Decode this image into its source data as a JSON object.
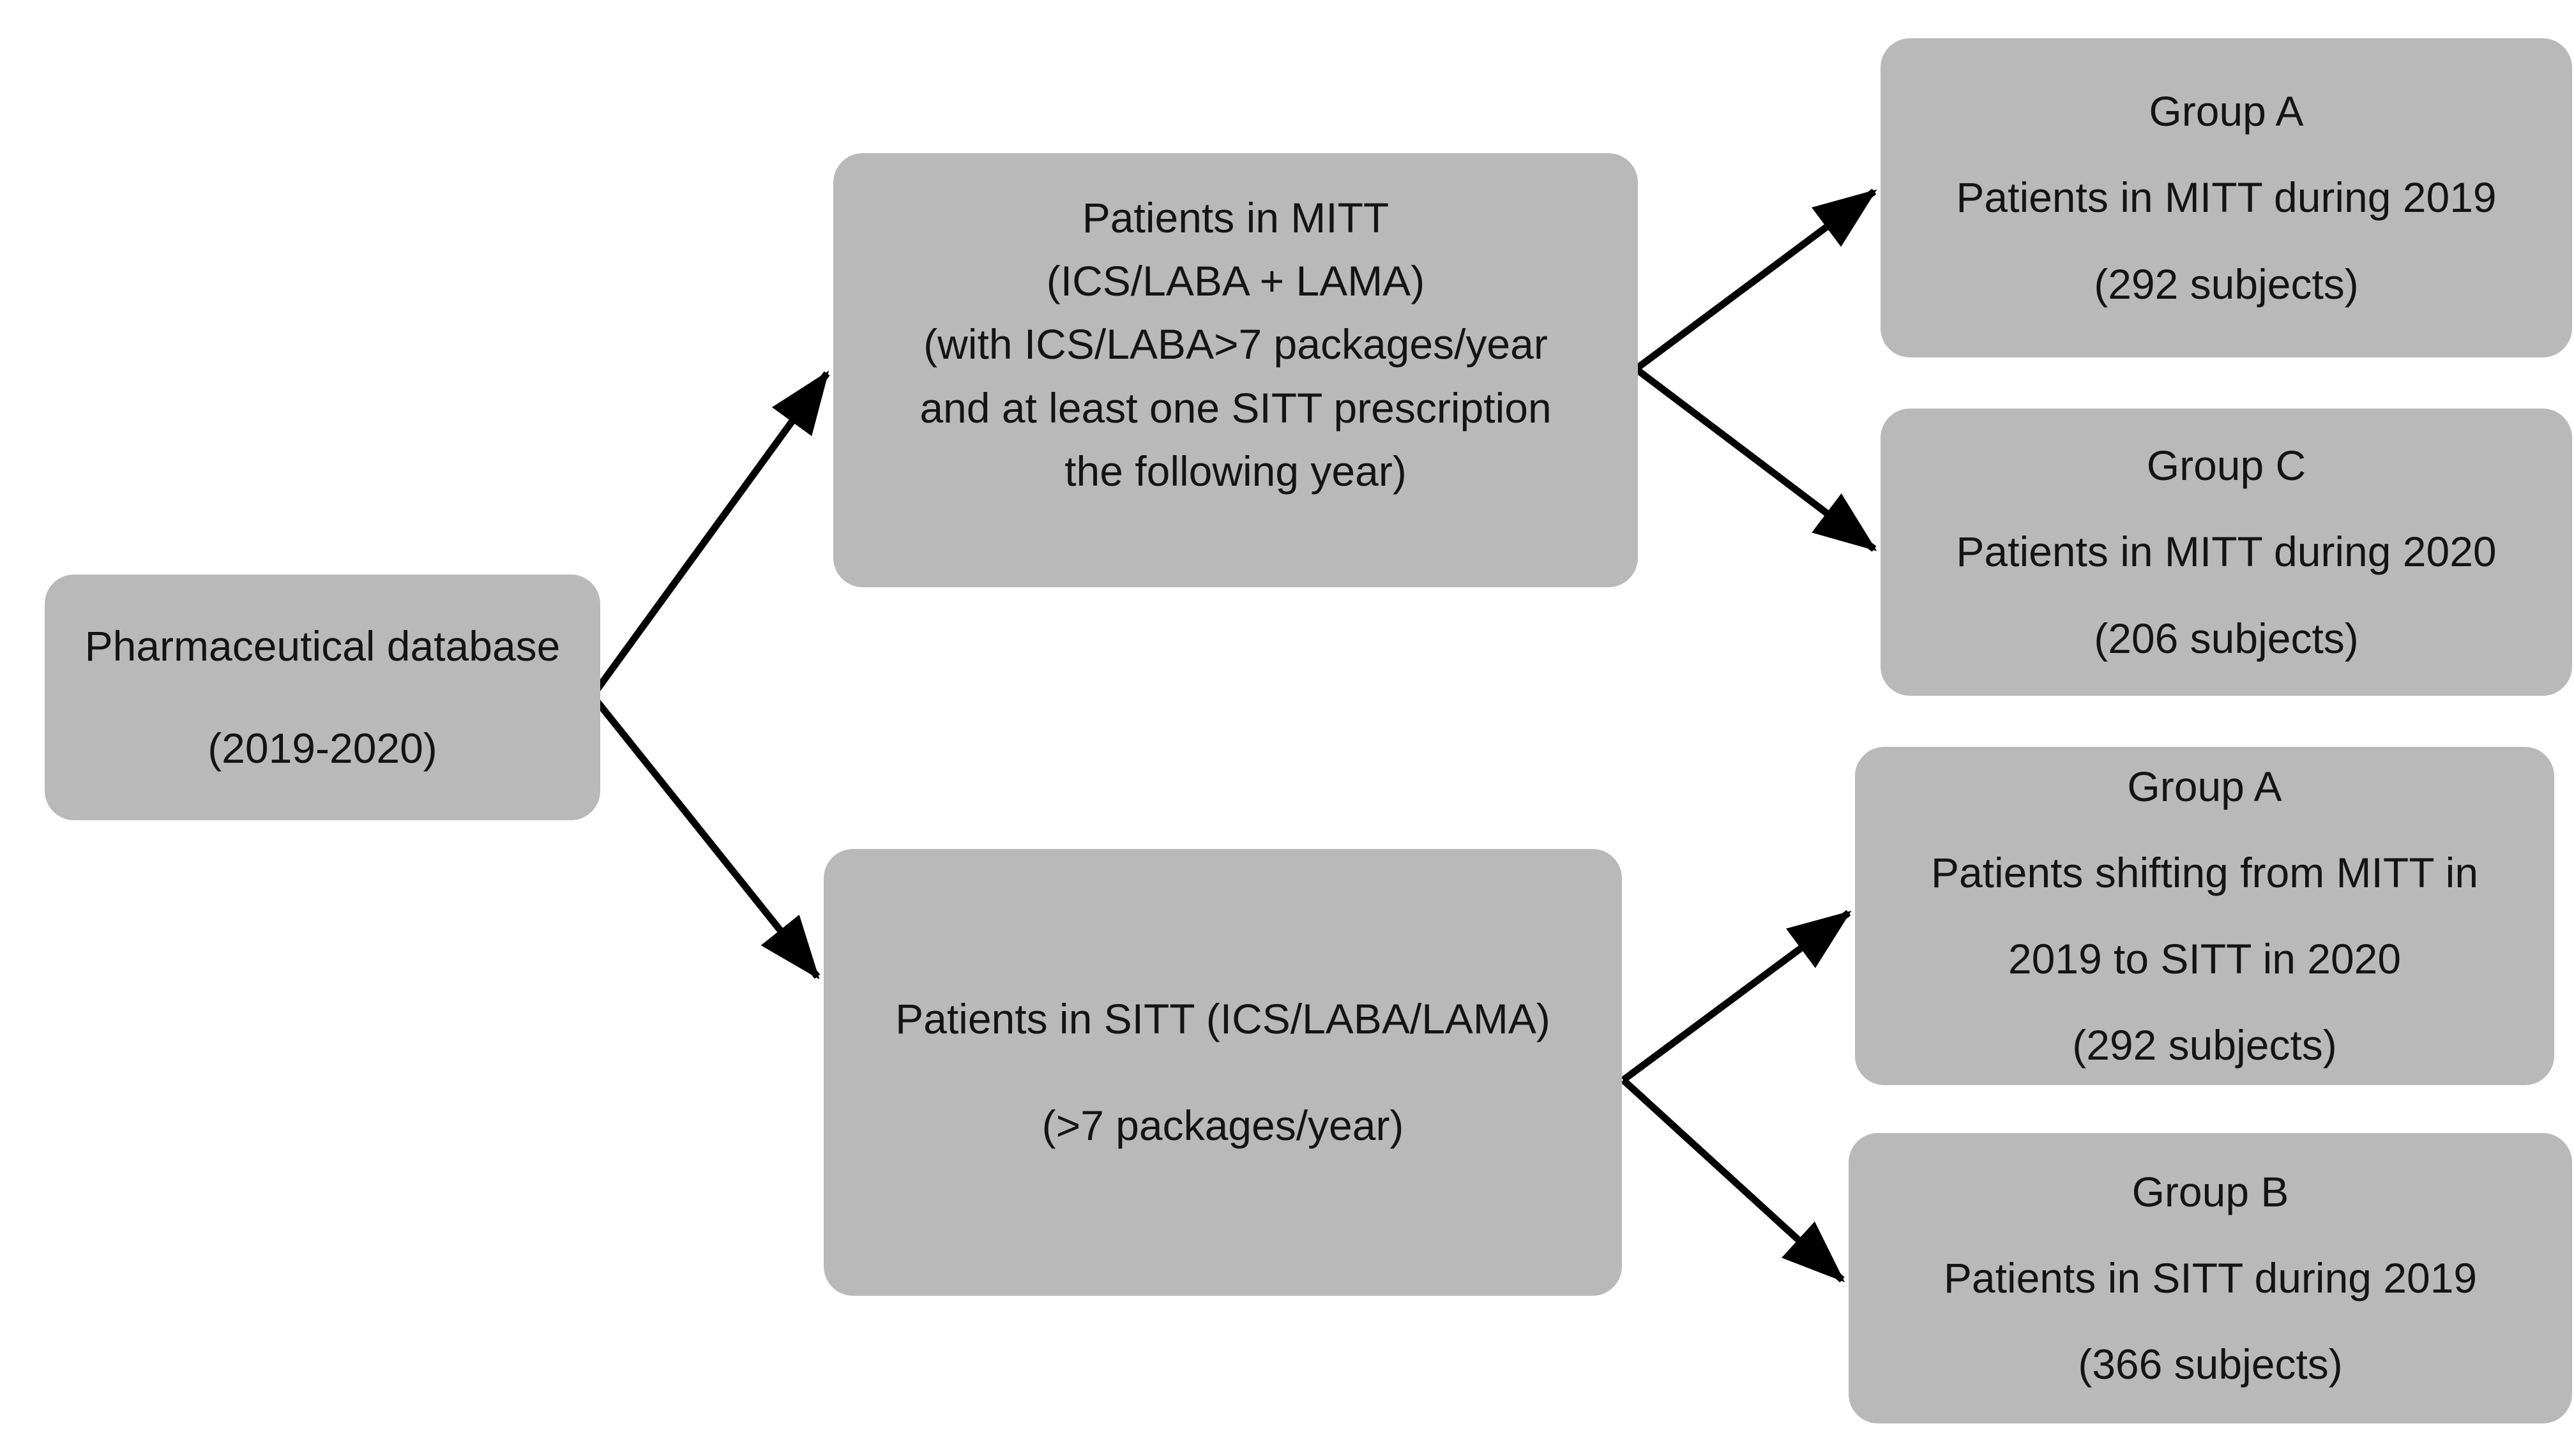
{
  "colors": {
    "box-fill": "#b9b9b9",
    "box-text": "#141414",
    "arrow": "#000000",
    "bg": "#ffffff"
  },
  "boxes": {
    "root": {
      "line1": "Pharmaceutical database",
      "line2": "(2019-2020)"
    },
    "mitt": {
      "line1": "Patients in MITT",
      "line2": "(ICS/LABA + LAMA)",
      "line3a": "(with ICS/LABA>7 packages/year",
      "line3b": "and at least one SITT prescription",
      "line3c": "the following year)"
    },
    "sitt": {
      "line1": "Patients in SITT (ICS/LABA/LAMA)",
      "line2": "(>7 packages/year)"
    },
    "group_a_2019": {
      "title": "Group A",
      "desc": "Patients in MITT during 2019",
      "count": "(292 subjects)"
    },
    "group_c_2020": {
      "title": "Group C",
      "desc": "Patients in MITT during 2020",
      "count": "(206 subjects)"
    },
    "group_a_shift": {
      "title": "Group A",
      "desc_line1": "Patients shifting from MITT in",
      "desc_line2": "2019 to SITT in 2020",
      "count": "(292 subjects)"
    },
    "group_b_2019": {
      "title": "Group B",
      "desc": "Patients in SITT during 2019",
      "count": "(366 subjects)"
    }
  }
}
